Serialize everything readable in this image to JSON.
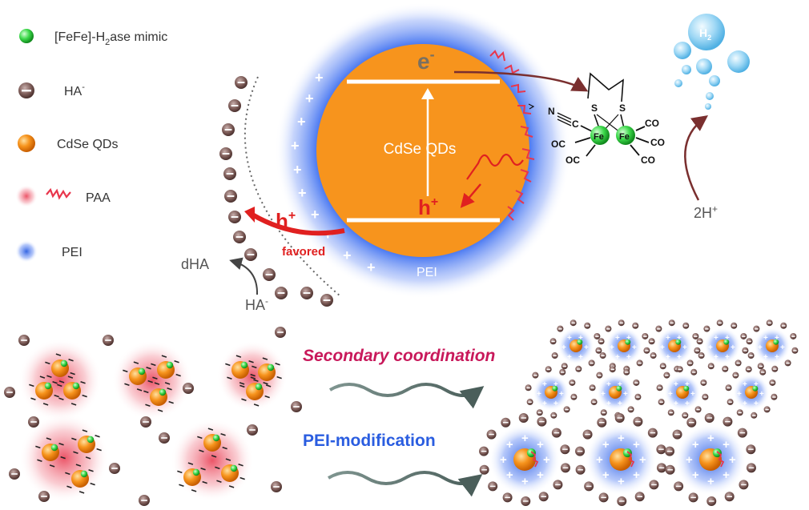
{
  "legend": {
    "mimic": {
      "label": "[FeFe]-H",
      "sub": "2",
      "tail": "ase mimic"
    },
    "ha": {
      "label": "HA",
      "sup": "-"
    },
    "qd": {
      "label": "CdSe QDs"
    },
    "paa": {
      "label": "PAA"
    },
    "pei": {
      "label": "PEI"
    }
  },
  "core": {
    "electron": "e",
    "electron_sup": "-",
    "qd_label": "CdSe QDs",
    "hole": "h",
    "hole_sup": "+",
    "pei_label": "PEI"
  },
  "left_process": {
    "hole": "h",
    "hole_sup": "+",
    "favored": "favored",
    "dha": "dHA",
    "ha": "HA",
    "ha_sup": "-"
  },
  "catalyst": {
    "s1": "S",
    "s2": "S",
    "n": "N",
    "c": "C",
    "fe1": "Fe",
    "fe2": "Fe",
    "co": "CO",
    "oc": "OC"
  },
  "products": {
    "h2": "H",
    "h2_sub": "2",
    "proton": "2H",
    "proton_sup": "+"
  },
  "bottom": {
    "secondary": "Secondary coordination",
    "pei_mod": "PEI-modification"
  },
  "colors": {
    "qd_orange": "#f7941d",
    "pei_blue": "#3a6df0",
    "paa_red": "#e8364c",
    "fe_green": "#43e04c",
    "ha_brown": "#6b4a45",
    "hole_red": "#e02020",
    "arrow_brown": "#7a2f2f",
    "secondary_text": "#c8185a",
    "pei_text": "#2a5de0"
  }
}
